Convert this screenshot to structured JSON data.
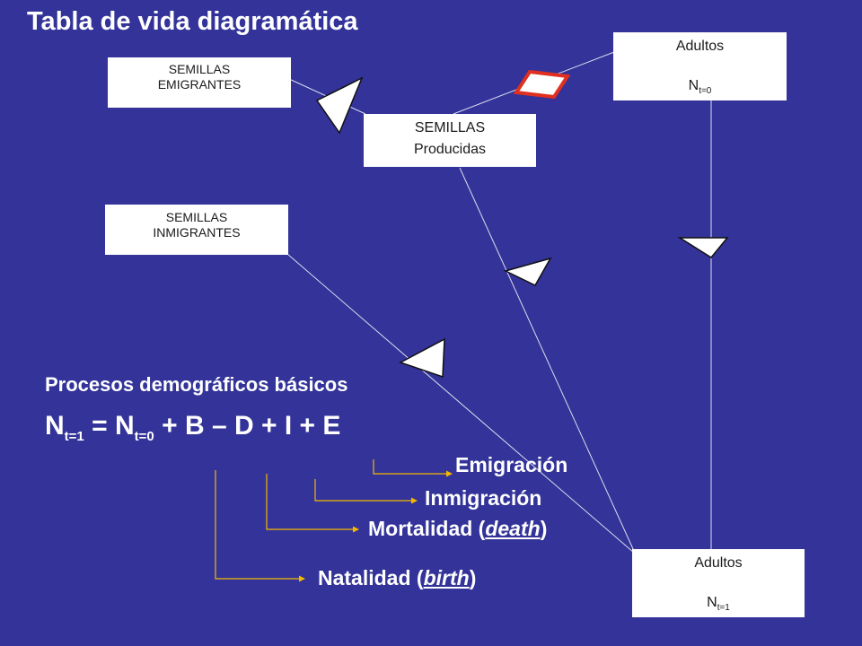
{
  "title": "Tabla de vida diagramática",
  "boxes": {
    "semillas_emigrantes": [
      "SEMILLAS",
      "EMIGRANTES"
    ],
    "semillas_inmigrantes": [
      "SEMILLAS",
      "INMIGRANTES"
    ],
    "semillas_producidas": [
      "SEMILLAS",
      "Producidas"
    ],
    "adultos_t0": {
      "label": "Adultos",
      "n": "N",
      "sub": "t=0"
    },
    "adultos_t1": {
      "label": "Adultos",
      "n": "N",
      "sub": "t=1"
    }
  },
  "processes_title": "Procesos demográficos básicos",
  "equation": {
    "lhs": "N",
    "lhs_sub": "t=1",
    "eq": " = N",
    "rhs_sub": "t=0",
    "rest": " + B – D + I + E"
  },
  "labels": {
    "emigracion": "Emigración",
    "inmigracion": "Inmigración",
    "mortalidad_pre": "Mortalidad (",
    "mortalidad_it": "death",
    "mortalidad_post": ")",
    "natalidad_pre": "Natalidad (",
    "natalidad_it": "birth",
    "natalidad_post": ")"
  },
  "colors": {
    "background": "#333399",
    "arrow": "#f5b800",
    "diamond_border": "#e03020",
    "lines": "#dcdcf0"
  }
}
